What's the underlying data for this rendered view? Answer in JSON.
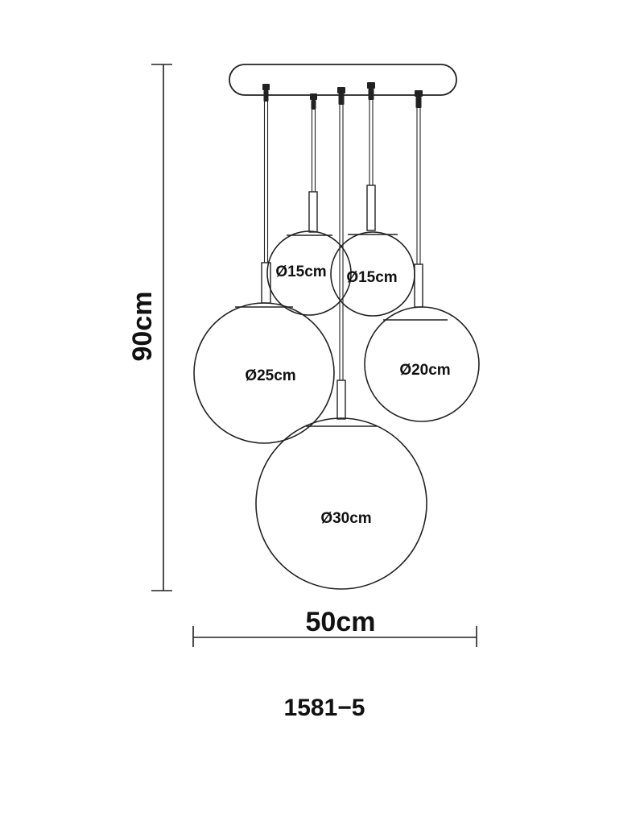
{
  "diagram": {
    "height_label": "90cm",
    "width_label": "50cm",
    "model_number": "1581−5",
    "globes": [
      {
        "id": "globe-15a",
        "label": "Ø15cm"
      },
      {
        "id": "globe-15b",
        "label": "Ø15cm"
      },
      {
        "id": "globe-25",
        "label": "Ø25cm"
      },
      {
        "id": "globe-20",
        "label": "Ø20cm"
      },
      {
        "id": "globe-30",
        "label": "Ø30cm"
      }
    ],
    "colors": {
      "line": "#222222",
      "background": "#ffffff"
    }
  }
}
